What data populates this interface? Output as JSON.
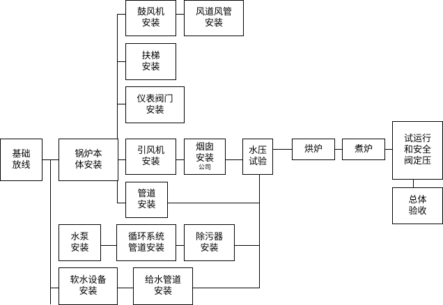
{
  "nodes": {
    "foundation": [
      "基础",
      "放线"
    ],
    "boiler_body": [
      "锅炉本",
      "体安装"
    ],
    "blower": [
      "鼓风机",
      "安装"
    ],
    "air_duct": [
      "风道风管",
      "安装"
    ],
    "ladder": [
      "扶梯",
      "安装"
    ],
    "instrument_valve": [
      "仪表阀门",
      "安装"
    ],
    "induced_fan": [
      "引风机",
      "安装"
    ],
    "chimney": [
      "烟囱",
      "安装",
      "公司"
    ],
    "pipe": [
      "管道",
      "安装"
    ],
    "water_pressure": [
      "水压",
      "试验"
    ],
    "baking": [
      "烘炉"
    ],
    "boiling": [
      "煮炉"
    ],
    "trial_run": [
      "试运行",
      "和安全",
      "阀定压"
    ],
    "acceptance": [
      "总体",
      "验收"
    ],
    "pump": [
      "水泵",
      "安装"
    ],
    "circulation_pipe": [
      "循环系统",
      "管道安装"
    ],
    "decontaminator": [
      "除污器",
      "安装"
    ],
    "soft_water": [
      "软水设备",
      "安装"
    ],
    "feed_pipe": [
      "给水管道",
      "安装"
    ]
  }
}
